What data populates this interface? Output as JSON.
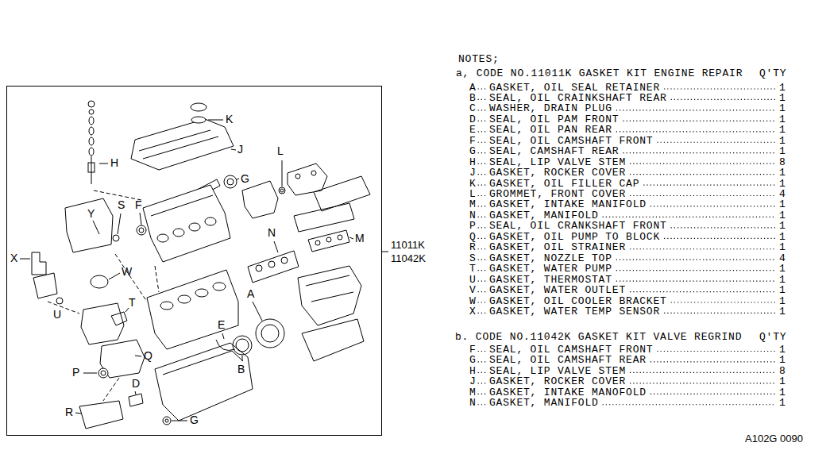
{
  "diagram": {
    "labels": [
      "K",
      "H",
      "J",
      "L",
      "G",
      "Y",
      "S",
      "F",
      "N",
      "M",
      "X",
      "W",
      "U",
      "T",
      "A",
      "E",
      "Q",
      "P",
      "B",
      "D",
      "R",
      "G",
      "11011K",
      "11042K",
      "NOTES;",
      "a, CODE NO.11011K GASKET KIT ENGINE REPAIR",
      "Q'TY",
      "A",
      "GASKET, OIL SEAL RETAINER",
      "1",
      "B",
      "SEAL, OIL CRAINKSHAFT REAR",
      "1",
      "C",
      "WASHER, DRAIN PLUG",
      "1",
      "D",
      "SEAL, OIL PAM FRONT",
      "1",
      "E",
      "SEAL, OIL PAN REAR",
      "1",
      "F",
      "SEAL, OIL CAMSHAFT FRONT",
      "1",
      "G",
      "SEAL, CAMSHAFT REAR",
      "1",
      "H",
      "SEAL, LIP VALVE STEM",
      "8",
      "J",
      "GASKET, ROCKER COVER",
      "1",
      "K",
      "GASKET, OIL FILLER CAP",
      "1",
      "L",
      "GROMMET, FRONT COVER",
      "4",
      "M",
      "GASKET, INTAKE MANIFOLD",
      "1",
      "N",
      "GASKET, MANIFOLD",
      "1",
      "P",
      "SEAL, OIL CRANKSHAFT FRONT",
      "1",
      "Q",
      "GASKET, OIL PUMP TO BLOCK",
      "1",
      "R",
      "GASKET, OIL STRAINER",
      "1",
      "S",
      "GASKET, NOZZLE TOP",
      "4",
      "T",
      "GASKET, WATER PUMP",
      "1",
      "U",
      "GASKET, THERMOSTAT",
      "1",
      "V",
      "GASKET, WATER OUTLET",
      "1",
      "W",
      "GASKET, OIL COOLER BRACKET",
      "1",
      "X",
      "GASKET, WATER TEMP SENSOR",
      "1",
      "b. CODE NO.11042K GASKET KIT VALVE REGRIND",
      "Q'TY",
      "F",
      "SEAL, OIL CAMSHAFT FRONT",
      "1",
      "G",
      "SEAL, OIL CAMSHAFT REAR",
      "1",
      "H",
      "SEAL, LIP VALVE STEM",
      "8",
      "J",
      "GASKET, ROCKER COVER",
      "1",
      "M",
      "GASKET, INTAKE MANOFOLD",
      "1",
      "N",
      "GASKET, MANIFOLD",
      "1",
      "A102G 0090"
    ]
  }
}
